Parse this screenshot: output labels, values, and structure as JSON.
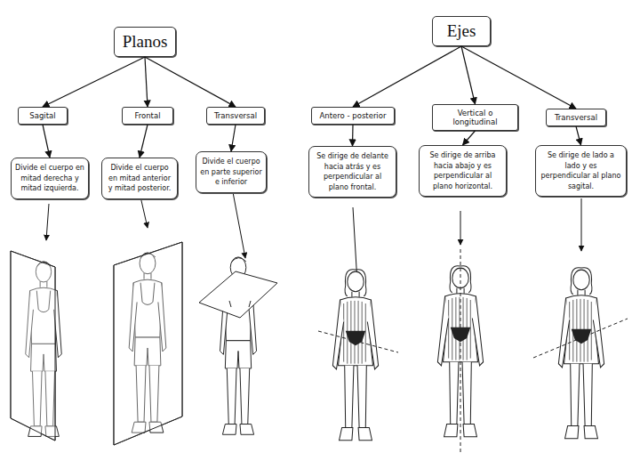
{
  "diagram": {
    "nodes": [
      {
        "text": [
          "Planos"
        ]
      },
      {
        "text": [
          "Sagital"
        ]
      },
      {
        "text": [
          "Frontal"
        ]
      },
      {
        "text": [
          "Transversal"
        ]
      },
      {
        "text": [
          "Divide el cuerpo en mitad derecha y mitad izquierda."
        ]
      },
      {
        "text": [
          "Divide el cuerpo en mitad anterior y mitad posterior."
        ]
      },
      {
        "text": [
          "Divide el cuerpo en parte superior e inferior"
        ]
      },
      {
        "text": [
          "Ejes"
        ]
      },
      {
        "text": [
          "Antero - posterior"
        ]
      },
      {
        "text": [
          "Vertical o longitudinal"
        ]
      },
      {
        "text": [
          "Transversal"
        ]
      },
      {
        "text": [
          "Se dirige de delante hacia atrás y es perpendicular al plano frontal."
        ]
      },
      {
        "text": [
          "Se dirige de arriba hacia abajo y es perpendicular al plano horizontal."
        ]
      },
      {
        "text": [
          "Se dirige de lado a lado y es perpendicular al plano sagital."
        ]
      }
    ],
    "edges": [
      {
        "from": 0,
        "to": 1,
        "arrow": "to"
      },
      {
        "from": 0,
        "to": 2,
        "arrow": "to"
      },
      {
        "from": 0,
        "to": 3,
        "arrow": "to"
      },
      {
        "from": 1,
        "to": 4,
        "arrow": "to"
      },
      {
        "from": 2,
        "to": 5,
        "arrow": "to"
      },
      {
        "from": 3,
        "to": 6,
        "arrow": "to"
      },
      {
        "from": 7,
        "to": 8,
        "arrow": "to"
      },
      {
        "from": 7,
        "to": 9,
        "arrow": "to"
      },
      {
        "from": 7,
        "to": 10,
        "arrow": "to"
      },
      {
        "from": 8,
        "to": 11,
        "arrow": "to"
      },
      {
        "from": 9,
        "to": 12,
        "arrow": "to"
      },
      {
        "from": 10,
        "to": 13,
        "arrow": "to"
      }
    ]
  }
}
